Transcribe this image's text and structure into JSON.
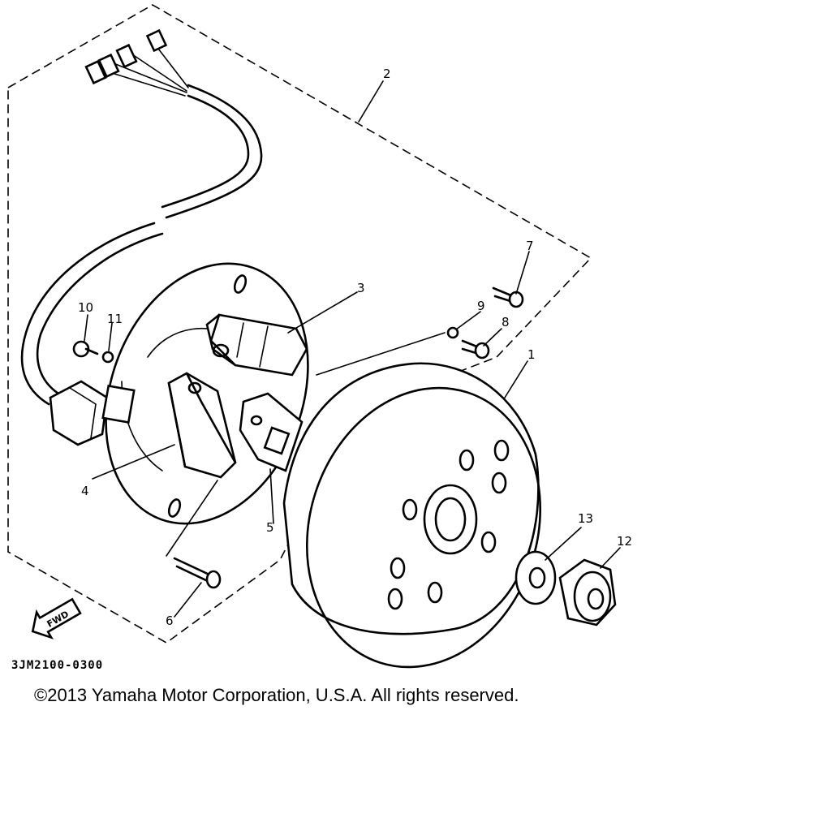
{
  "diagram": {
    "fwd_label": "FWD",
    "part_code": "3JM2100-0300",
    "copyright": "©2013 Yamaha Motor Corporation, U.S.A. All rights reserved.",
    "callouts": [
      "1",
      "2",
      "3",
      "4",
      "5",
      "6",
      "7",
      "8",
      "9",
      "10",
      "11",
      "12",
      "13"
    ]
  }
}
